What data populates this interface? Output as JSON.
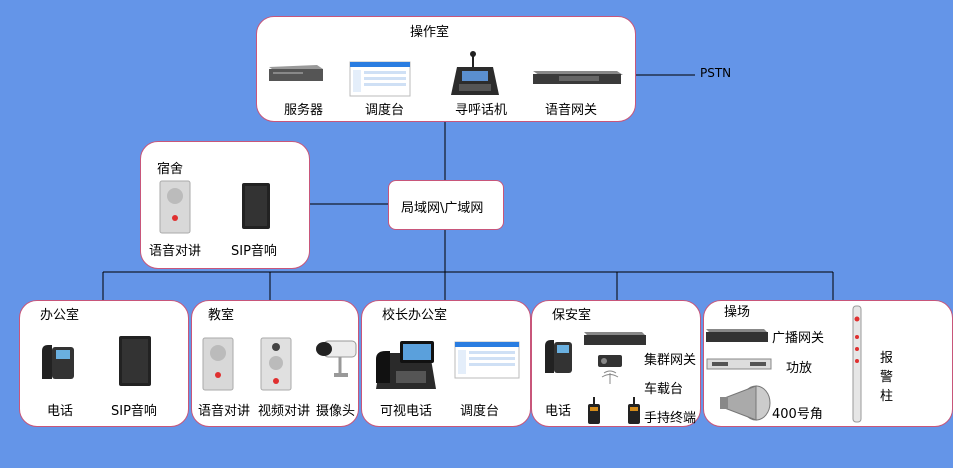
{
  "pstn": "PSTN",
  "network": "局域网\\广域网",
  "control_room": {
    "title": "操作室",
    "devices": [
      "服务器",
      "调度台",
      "寻呼话机",
      "语音网关"
    ]
  },
  "dormitory": {
    "title": "宿舍",
    "devices": [
      "语音对讲",
      "SIP音响"
    ]
  },
  "office": {
    "title": "办公室",
    "devices": [
      "电话",
      "SIP音响"
    ]
  },
  "classroom": {
    "title": "教室",
    "devices": [
      "语音对讲",
      "视频对讲",
      "摄像头"
    ]
  },
  "principal_office": {
    "title": "校长办公室",
    "devices": [
      "可视电话",
      "调度台"
    ]
  },
  "security_room": {
    "title": "保安室",
    "devices": [
      "电话",
      "集群网关",
      "车载台",
      "手持终端"
    ]
  },
  "playground": {
    "title": "操场",
    "devices": [
      "广播网关",
      "功放",
      "400号角",
      "报警柱"
    ]
  }
}
